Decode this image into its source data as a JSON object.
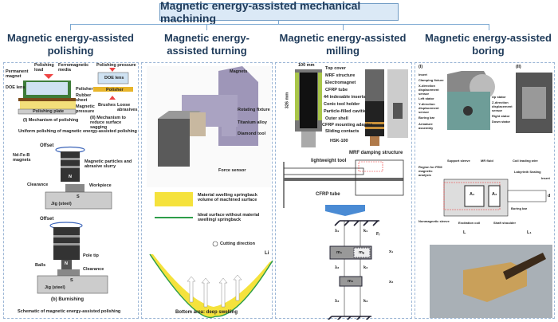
{
  "title": "Magnetic energy-assisted mechanical machining",
  "columns": {
    "polishing": {
      "heading": "Magnetic energy-assisted polishing",
      "labels": [
        "Permanent magnet",
        "Polishing load",
        "Ferromagnetic media",
        "DOE lens",
        "Polisher",
        "Rubber sheet",
        "Magnetic pressure",
        "Polishing plate",
        "Polishing pressure",
        "DOE lens",
        "Polisher",
        "Brushes",
        "Loose abrasives"
      ],
      "cap1": "(I) Mechanism of polishing",
      "cap2": "(II) Mechanism to reduce surface sagging",
      "cap3": "Uniform polishing of magnetic energy-assisted polishing",
      "a": {
        "offset": "Offset",
        "magnets": "Nd-Fe-B magnets",
        "particles": "Magnetic particles and abrasive slurry",
        "clearance": "Clearance",
        "workpiece": "Workpiece",
        "s": "S",
        "n": "N",
        "jig": "Jig (steel)"
      },
      "b": {
        "offset": "Offset",
        "pole": "Pole tip",
        "balls": "Balls",
        "clearance": "Clearance",
        "s": "S",
        "n": "N",
        "jig": "Jig (steel)",
        "caption": "(b) Burnishing"
      },
      "caption": "Schematic of magnetic energy-assisted polishing"
    },
    "turning": {
      "heading": "Magnetic energy-assisted turning",
      "labels": {
        "magnets": "Magnets",
        "fixture": "Rotating fixture",
        "alloy": "Titanium alloy",
        "tool": "Diamond tool",
        "sensor": "Force sensor"
      },
      "legend1": "Material swelling springback volume of machined surface",
      "legend2": "Ideal surface without material swelling/ springback",
      "cutting": "Cutting direction",
      "li": "Li",
      "bottom": "Bottom area: deep swelling",
      "colors": {
        "swell": "#f5e23c",
        "ideal": "#2e9e4a"
      }
    },
    "milling": {
      "heading": "Magnetic energy-assisted milling",
      "dim1": "100 mm",
      "dim2": "326 mm",
      "labels": [
        "Top cover",
        "MRF structure",
        "Electromagnet",
        "CFRP tube",
        "44 indexable inserts",
        "Conic tool holder",
        "Particle-filled cavities",
        "Outer shell",
        "CFRP mounting adapter",
        "Sliding contacts",
        "HSK-100"
      ],
      "mrf": "MRF damping structure",
      "tool": "lightweight tool",
      "tube": "CFRP tube",
      "model": {
        "k1": "k₁",
        "l1": "λ₁",
        "f": "Fᵣ",
        "m1": "m₁",
        "mp": "mₚ",
        "x1": "x₁",
        "k2": "k₂",
        "l2": "λ₂",
        "m2": "m₂",
        "x2": "x₂",
        "k3": "k₃",
        "l3": "λ₃"
      }
    },
    "boring": {
      "heading": "Magnetic energy-assisted boring",
      "p1": "(I)",
      "p2": "(II)",
      "labels_left": [
        "Insert",
        "Clamping fixture",
        "X-direction displacement sensor",
        "Left stator",
        "Y-direction displacement sensor",
        "Boring bar",
        "Armature assembly"
      ],
      "labels_right": [
        "Up stator",
        "Z-direction displacement sensor",
        "Right stator",
        "Down stator"
      ],
      "section": {
        "support": "Support sleeve",
        "mr": "MR fluid",
        "coil": "Coil leading wire",
        "region": "Region for FEM magnetic analysis",
        "labyrinth": "Labyrinth Sealing",
        "insert": "Insert",
        "sleeve": "Nonmagnetic sleeve",
        "coil2": "Excitation coil",
        "shoulder": "Shaft shoulder",
        "bar": "Boring bar",
        "a1": "A₁",
        "a2": "A₂",
        "l": "L",
        "l1": "L₁",
        "d": "d"
      }
    }
  },
  "colors": {
    "title_bg": "#dbe9f6",
    "border": "#6f9bc4",
    "heading": "#1f3b5a"
  }
}
